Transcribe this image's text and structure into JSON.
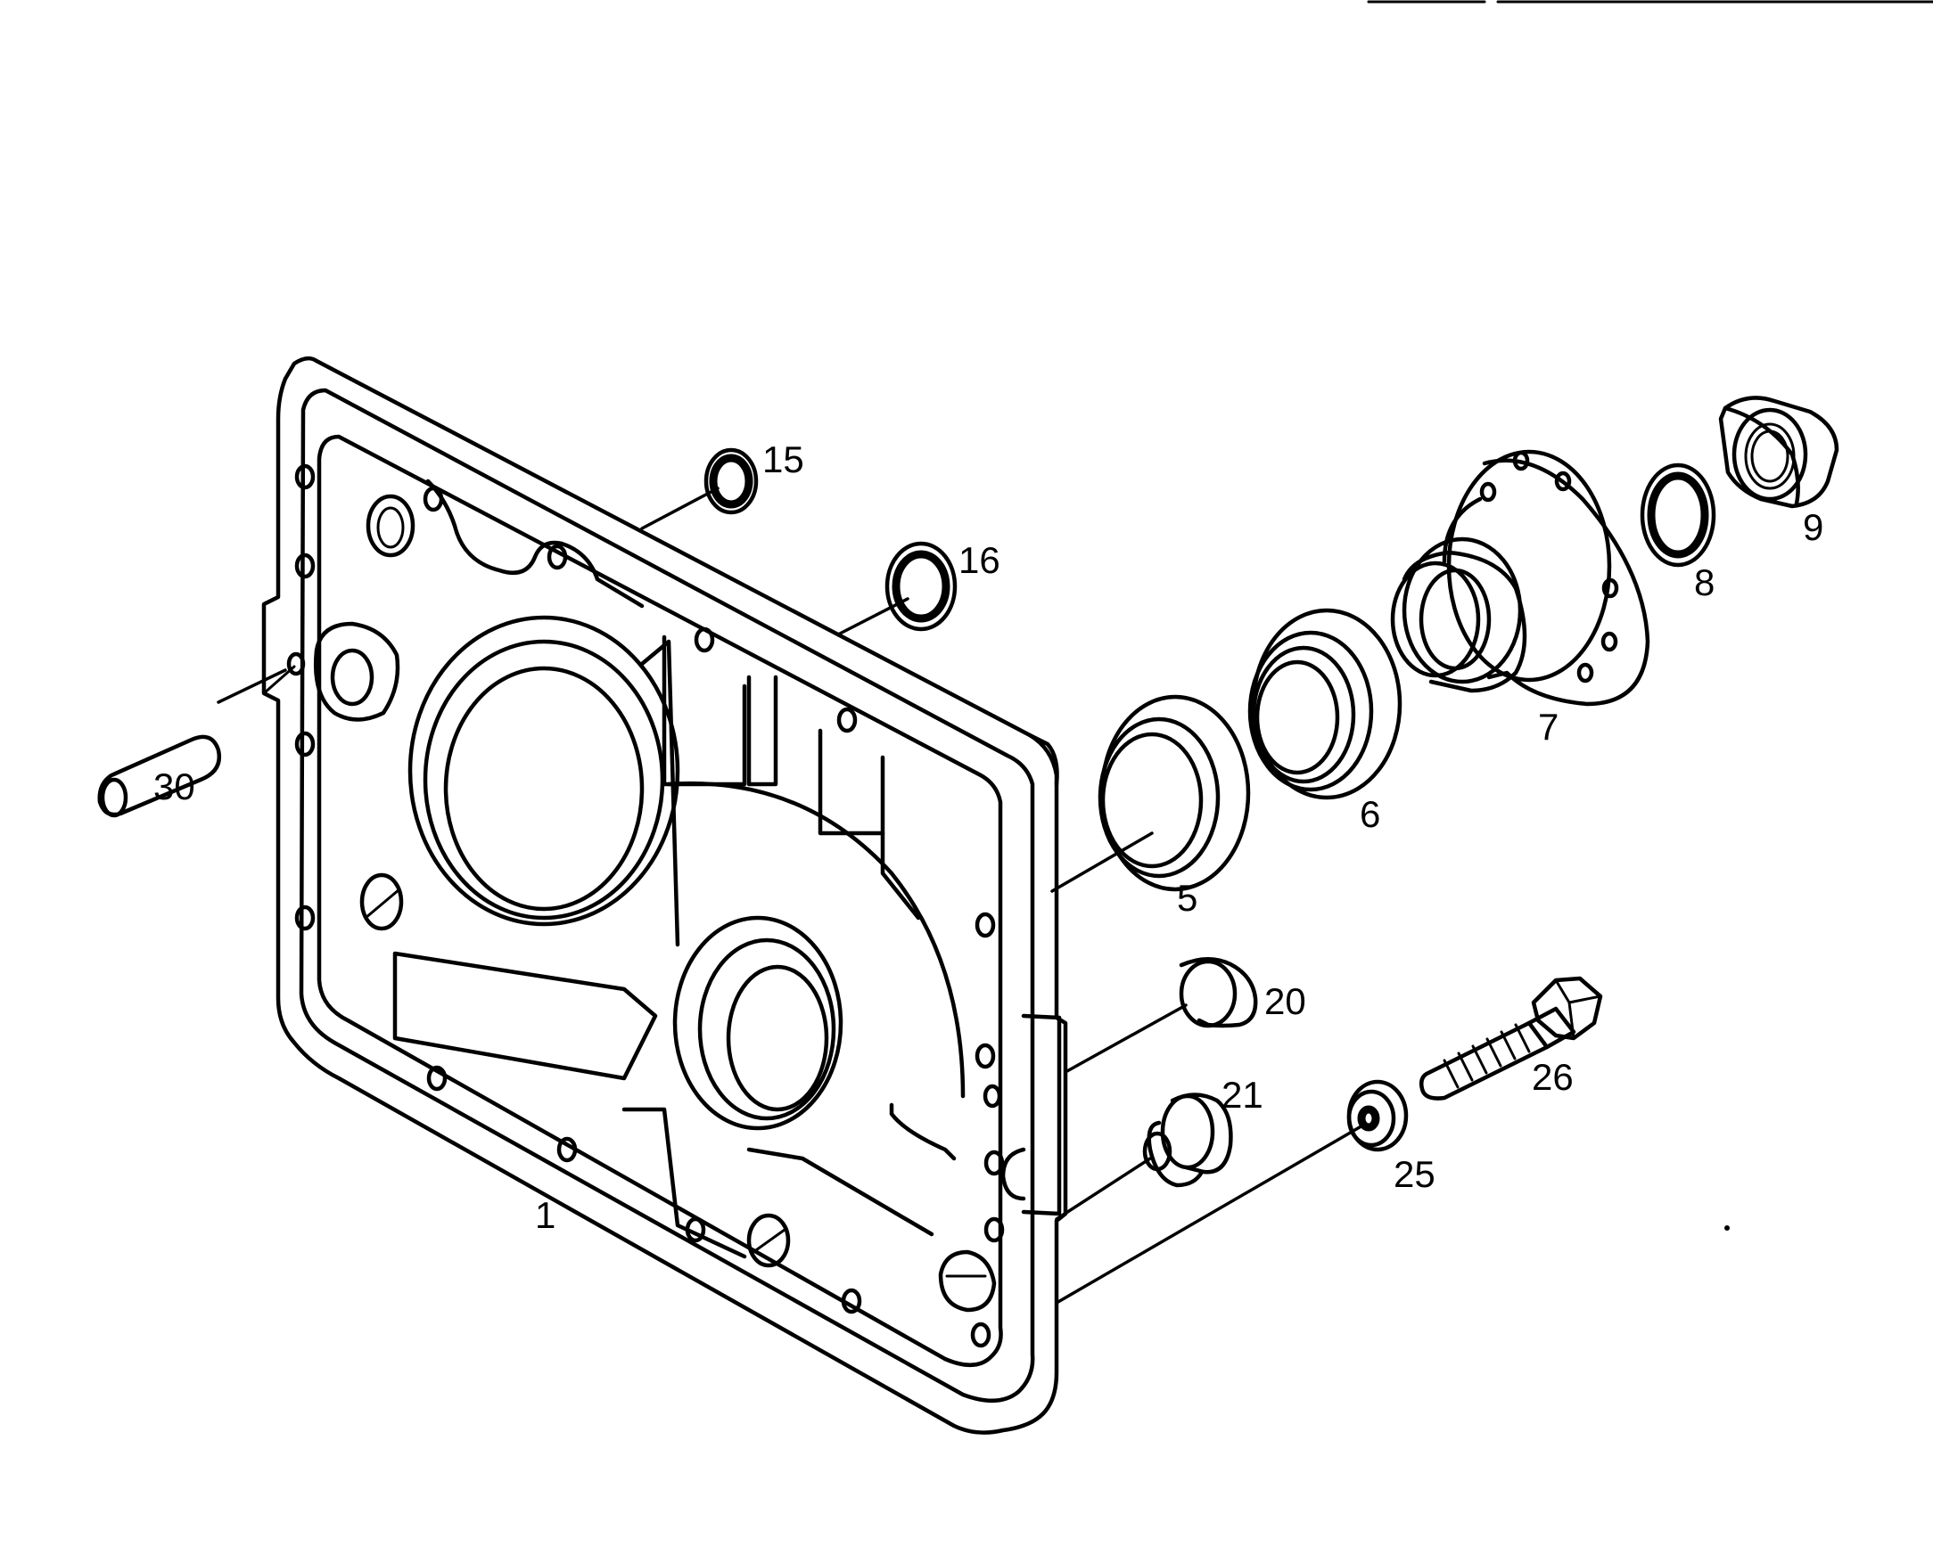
{
  "callouts": {
    "housing": "1",
    "seal_5": "5",
    "bearing_6": "6",
    "flange_7": "7",
    "washer_8": "8",
    "nut_9": "9",
    "oring_15": "15",
    "oring_16": "16",
    "plug_20": "20",
    "plug_21": "21",
    "washer_25": "25",
    "bolt_26": "26",
    "pin_30": "30"
  }
}
